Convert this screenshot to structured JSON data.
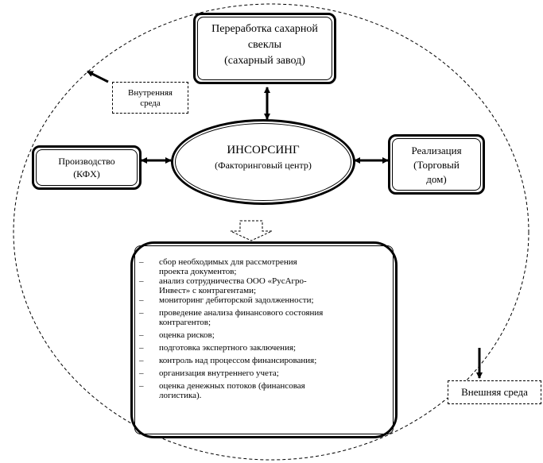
{
  "center": {
    "title": "ИНСОРСИНГ",
    "subtitle": "(Факторинговый центр)"
  },
  "top_box": {
    "lines": [
      "Переработка сахарной",
      "свеклы",
      "(сахарный завод)"
    ]
  },
  "left_box": {
    "lines": [
      "Производство",
      "(КФХ)"
    ]
  },
  "right_box": {
    "lines": [
      "Реализация",
      "(Торговый",
      "дом)"
    ]
  },
  "internal_label": {
    "lines": [
      "Внутренняя",
      "среда"
    ]
  },
  "external_label": {
    "text": "Внешняя среда"
  },
  "tasks": [
    {
      "lines": [
        "сбор необходимых для рассмотрения",
        "проекта документов;"
      ]
    },
    {
      "lines": [
        "анализ сотрудничества ООО «РусАгро-",
        "Инвест» с контрагентами;"
      ]
    },
    {
      "lines": [
        "мониторинг дебиторской задолженности;"
      ]
    },
    {
      "lines": [
        "проведение анализа финансового состояния",
        "контрагентов;"
      ]
    },
    {
      "lines": [
        "оценка рисков;"
      ]
    },
    {
      "lines": [
        "подготовка экспертного заключения;"
      ]
    },
    {
      "lines": [
        "контроль над процессом финансирования;"
      ]
    },
    {
      "lines": [
        "организация внутреннего учета;"
      ]
    },
    {
      "lines": [
        "оценка денежных потоков (финансовая",
        "логистика)."
      ]
    }
  ],
  "bullet": "–"
}
